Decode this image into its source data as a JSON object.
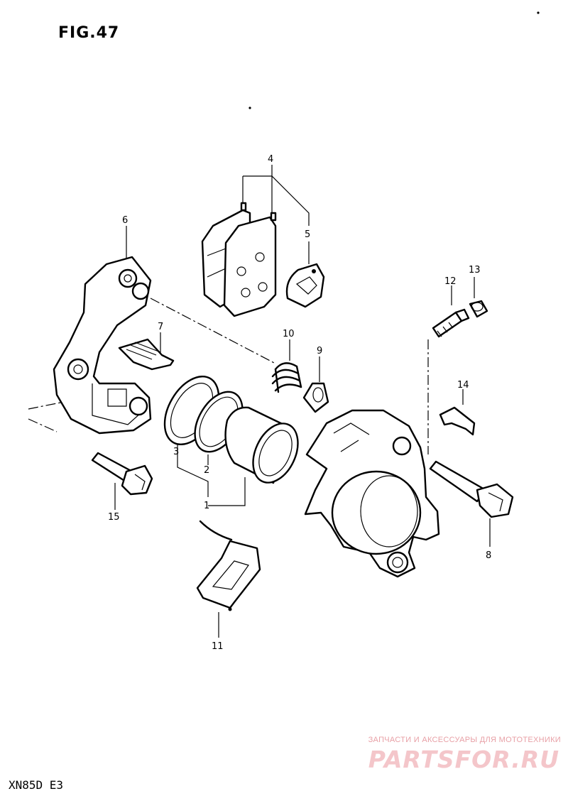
{
  "figure": {
    "title": "FIG.47"
  },
  "model_code": "XN85D E3",
  "callouts": [
    "1",
    "2",
    "3",
    "4",
    "5",
    "6",
    "7",
    "8",
    "9",
    "10",
    "11",
    "12",
    "13",
    "14",
    "15"
  ],
  "watermark": {
    "caption": "ЗАПЧАСТИ И АКСЕССУАРЫ ДЛЯ МОТОТЕХНИКИ",
    "logo": "PARTSFOR.RU"
  }
}
